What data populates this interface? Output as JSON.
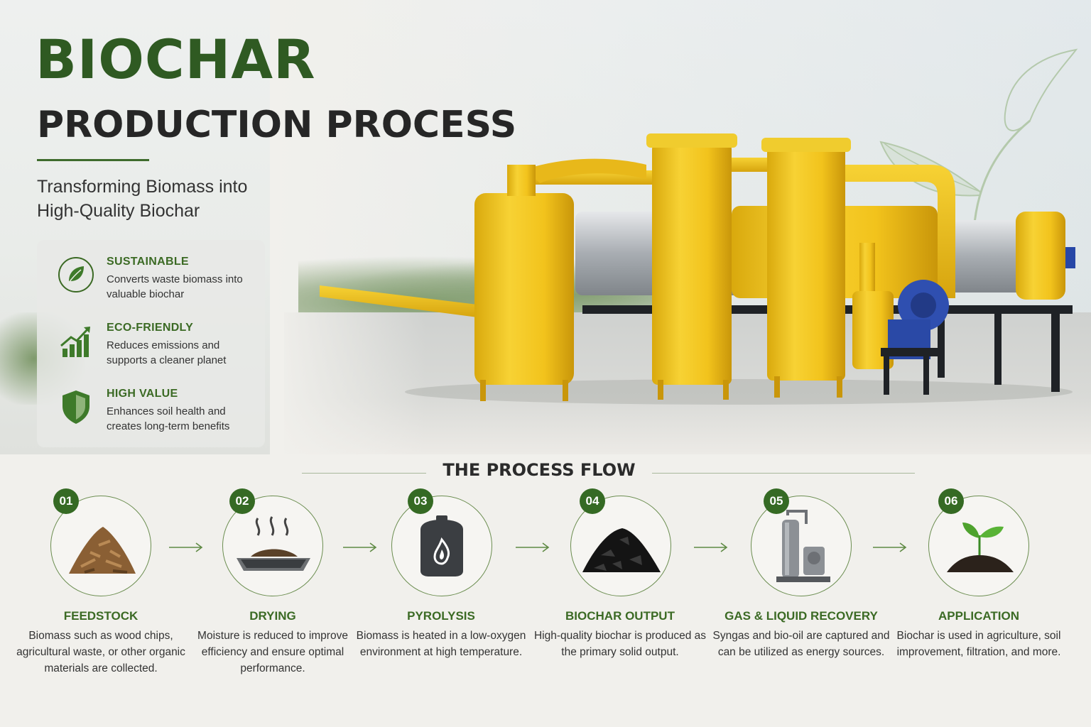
{
  "header": {
    "title_line1": "BIOCHAR",
    "title_line2": "PRODUCTION PROCESS",
    "subtitle": "Transforming Biomass into High-Quality Biochar"
  },
  "features": [
    {
      "icon": "leaf-icon",
      "title": "SUSTAINABLE",
      "desc": "Converts waste biomass into valuable biochar"
    },
    {
      "icon": "growth-chart-icon",
      "title": "ECO-FRIENDLY",
      "desc": "Reduces emissions and supports a cleaner planet"
    },
    {
      "icon": "shield-icon",
      "title": "HIGH VALUE",
      "desc": "Enhances soil health and creates long-term benefits"
    }
  ],
  "process": {
    "title": "THE PROCESS FLOW",
    "steps": [
      {
        "num": "01",
        "icon": "wood-chips-icon",
        "title": "FEEDSTOCK",
        "desc": "Biomass such as wood chips, agricultural waste, or other organic materials are collected."
      },
      {
        "num": "02",
        "icon": "drying-tray-icon",
        "title": "DRYING",
        "desc": "Moisture is reduced to improve efficiency and ensure optimal performance."
      },
      {
        "num": "03",
        "icon": "reactor-flame-icon",
        "title": "PYROLYSIS",
        "desc": "Biomass is heated in a low-oxygen environment at high temperature."
      },
      {
        "num": "04",
        "icon": "biochar-pile-icon",
        "title": "BIOCHAR OUTPUT",
        "desc": "High-quality biochar is produced as the primary solid output."
      },
      {
        "num": "05",
        "icon": "gas-recovery-unit-icon",
        "title": "GAS & LIQUID RECOVERY",
        "desc": "Syngas and bio-oil are captured and can be utilized as energy sources."
      },
      {
        "num": "06",
        "icon": "sprout-icon",
        "title": "APPLICATION",
        "desc": "Biochar is used in agriculture, soil improvement, filtration, and more."
      }
    ]
  },
  "colors": {
    "brand_green": "#2f5a22",
    "accent_green": "#3b6a24",
    "machine_yellow": "#f2c31c",
    "background": "#f1f0ec"
  }
}
